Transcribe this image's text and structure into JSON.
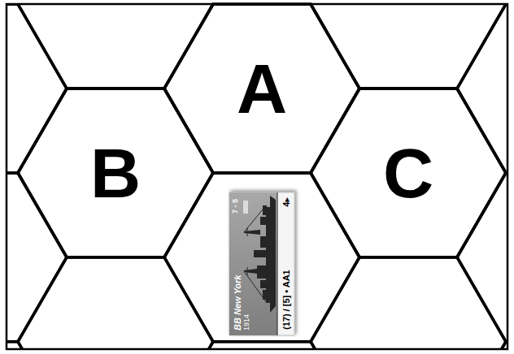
{
  "diagram": {
    "nodes": [
      {
        "text": [
          "A"
        ]
      },
      {
        "text": [
          "B"
        ]
      },
      {
        "text": [
          "C"
        ]
      },
      {
        "text": [
          "BB New York",
          "1914",
          "7 - 5",
          "(17) / [5] • AA1",
          "4▸"
        ]
      }
    ]
  }
}
